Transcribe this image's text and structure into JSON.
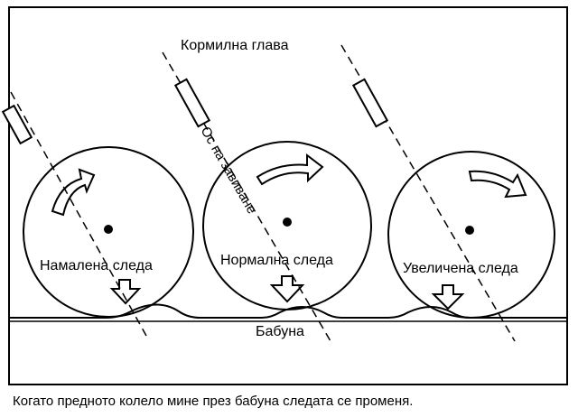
{
  "labels": {
    "steering_head": "Кормилна глава",
    "steering_axis": "Ос на завиване",
    "reduced_trail": "Намалена следа",
    "normal_trail": "Нормална следа",
    "increased_trail": "Увеличена следа",
    "bump": "Бабуна"
  },
  "caption": "Когато предното колело мине през бабуна следата се променя.",
  "colors": {
    "line": "#000000",
    "background": "#ffffff"
  }
}
